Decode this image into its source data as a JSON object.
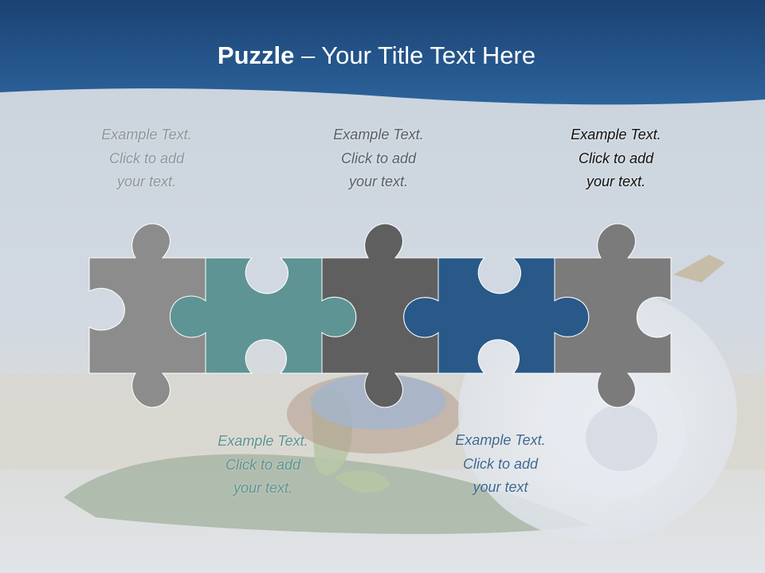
{
  "slide": {
    "title_bold": "Puzzle",
    "title_rest": " – Your Title Text Here"
  },
  "captions": [
    {
      "line1": "Example Text.",
      "line2": "Click  to add",
      "line3": "your text."
    },
    {
      "line1": "Example Text.",
      "line2": "Click  to add",
      "line3": "your text."
    },
    {
      "line1": "Example Text.",
      "line2": "Click  to add",
      "line3": "your text."
    },
    {
      "line1": "Example Text.",
      "line2": "Click  to add",
      "line3": "your text."
    },
    {
      "line1": "Example Text.",
      "line2": "Click  to add",
      "line3": "your text"
    }
  ],
  "pieces": [
    {
      "name": "puzzle-piece-1",
      "color": "#8c8c8c"
    },
    {
      "name": "puzzle-piece-2",
      "color": "#5e9494"
    },
    {
      "name": "puzzle-piece-3",
      "color": "#5f5f5f"
    },
    {
      "name": "puzzle-piece-4",
      "color": "#285989"
    },
    {
      "name": "puzzle-piece-5",
      "color": "#7b7b7b"
    }
  ],
  "colors": {
    "header_band": "#1f4e83",
    "background": "#cfd7e1"
  }
}
